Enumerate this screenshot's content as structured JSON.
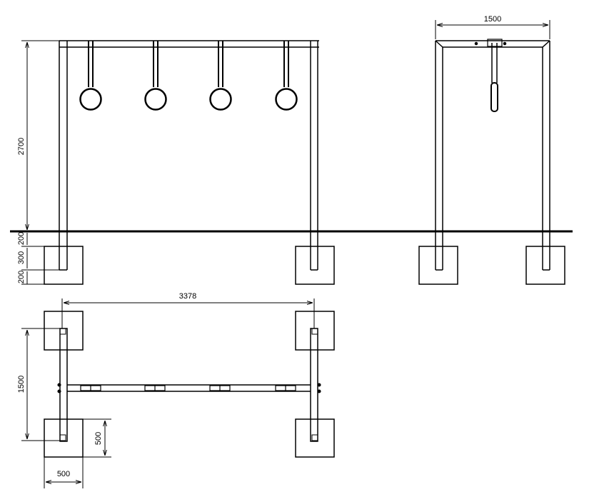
{
  "dimensions": {
    "front_height": "2700",
    "front_above_ground": "200",
    "front_footing_depth": "300",
    "front_below_footing": "200",
    "side_width": "1500",
    "plan_length": "3378",
    "plan_width": "1500",
    "footing_depth": "500",
    "footing_width": "500"
  },
  "rings_count": 4,
  "colors": {
    "line": "#000000",
    "background": "#ffffff"
  }
}
